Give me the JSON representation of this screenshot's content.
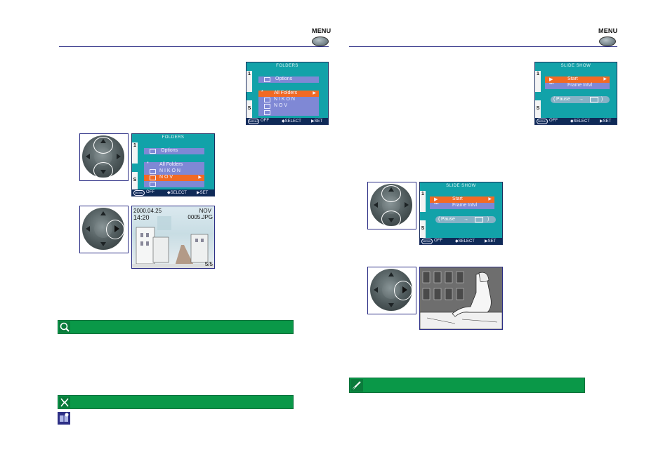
{
  "header": {
    "left_menu_label": "MENU",
    "right_menu_label": "MENU"
  },
  "left_page": {
    "folders_screen_top": {
      "title": "FOLDERS",
      "tab_1": "1",
      "tab_s": "S",
      "options_label": "Options",
      "items": [
        {
          "label": "All Folders",
          "selected": true
        },
        {
          "label": "N I K O N",
          "selected": false
        },
        {
          "label": "N O V",
          "selected": false
        }
      ],
      "bar": {
        "menu": "MENU",
        "off": "OFF",
        "select": "SELECT",
        "set": "SET"
      }
    },
    "folders_screen_mid": {
      "title": "FOLDERS",
      "tab_1": "1",
      "tab_s": "S",
      "options_label": "Options",
      "items": [
        {
          "label": "All Folders",
          "selected": false
        },
        {
          "label": "N I K O N",
          "selected": false
        },
        {
          "label": "N O V",
          "selected": true
        }
      ],
      "bar": {
        "menu": "MENU",
        "off": "OFF",
        "select": "SELECT",
        "set": "SET"
      }
    },
    "photo_overlay": {
      "date": "2000.04.25",
      "time": "14:20",
      "folder": "NOV",
      "file": "0005.JPG",
      "count": "5/5"
    }
  },
  "right_page": {
    "slideshow_screen_top": {
      "title": "SLIDE SHOW",
      "tab_1": "1",
      "tab_s": "S",
      "start_label": "Start",
      "interval_label": "Frame Intvl",
      "pause_label": "Pause",
      "bar": {
        "menu": "MENU",
        "off": "OFF",
        "select": "SELECT",
        "set": "SET"
      }
    },
    "slideshow_screen_mid": {
      "title": "SLIDE SHOW",
      "tab_1": "1",
      "tab_s": "S",
      "start_label": "Start",
      "interval_label": "Frame Intvl",
      "pause_label": "Pause",
      "bar": {
        "menu": "MENU",
        "off": "OFF",
        "select": "SELECT",
        "set": "SET"
      }
    }
  },
  "icons": {
    "tips_icon": "magnifier-tip-icon",
    "note_icon": "note-icon",
    "book_icon": "book-icon",
    "pencil_icon": "pencil-icon"
  },
  "colors": {
    "rule": "#2d2f86",
    "lcd_bg": "#12a2a9",
    "row": "#7f88d5",
    "selected_row": "#f26a24",
    "green_bar": "#0a9848"
  }
}
